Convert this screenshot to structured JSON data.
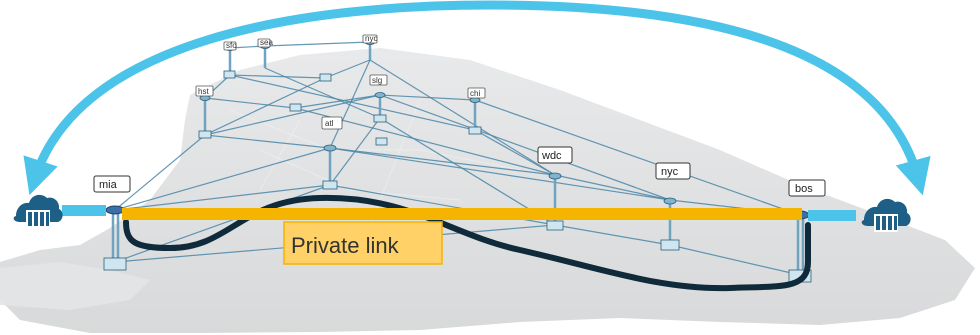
{
  "diagram": {
    "cities": {
      "mia": "mia",
      "bos": "bos",
      "nyc": "nyc",
      "wdc": "wdc",
      "atl": "atl",
      "chi": "chi",
      "hst": "hst",
      "slg": "slg",
      "sfo": "sfo",
      "sea": "sea",
      "nyc2": "nyc"
    },
    "private_link_label": "Private link",
    "icons": {
      "left_endpoint": "cloud-datacenter-icon",
      "right_endpoint": "cloud-datacenter-icon",
      "router": "router-icon"
    },
    "colors": {
      "arc": "#4cc4ea",
      "private_link": "#f5b400",
      "private_link_label_bg": "#ffd166",
      "dark_cable": "#0f2a3a",
      "mesh": "#4a87a8",
      "map": "#d9dadb",
      "cloud": "#1d5f87"
    }
  }
}
